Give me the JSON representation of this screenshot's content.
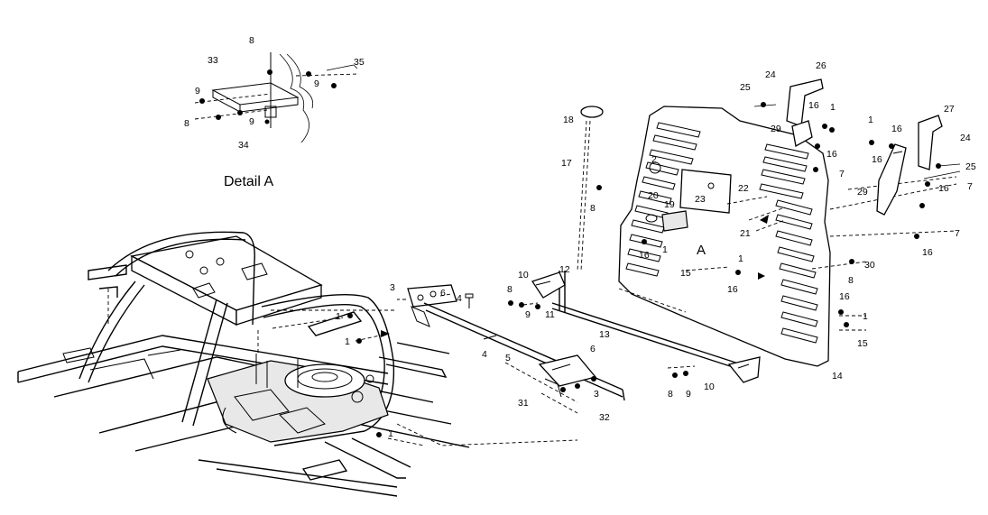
{
  "detail": {
    "title": "Detail A",
    "reference_letter": "A"
  },
  "callouts": [
    {
      "id": "c-detail-8",
      "label": "8"
    },
    {
      "id": "c-detail-33",
      "label": "33"
    },
    {
      "id": "c-detail-35",
      "label": "35"
    },
    {
      "id": "c-detail-9a",
      "label": "9"
    },
    {
      "id": "c-detail-9b",
      "label": "9"
    },
    {
      "id": "c-detail-8b",
      "label": "8"
    },
    {
      "id": "c-detail-9c",
      "label": "9"
    },
    {
      "id": "c-detail-34",
      "label": "34"
    },
    {
      "id": "c-18",
      "label": "18"
    },
    {
      "id": "c-17",
      "label": "17"
    },
    {
      "id": "c-8a",
      "label": "8"
    },
    {
      "id": "c-20",
      "label": "20"
    },
    {
      "id": "c-19",
      "label": "19"
    },
    {
      "id": "c-2",
      "label": "2"
    },
    {
      "id": "c-23",
      "label": "23"
    },
    {
      "id": "c-22",
      "label": "22"
    },
    {
      "id": "c-21",
      "label": "21"
    },
    {
      "id": "c-24a",
      "label": "24"
    },
    {
      "id": "c-26",
      "label": "26"
    },
    {
      "id": "c-25a",
      "label": "25"
    },
    {
      "id": "c-16a",
      "label": "16"
    },
    {
      "id": "c-1a",
      "label": "1"
    },
    {
      "id": "c-29a",
      "label": "29"
    },
    {
      "id": "c-16b",
      "label": "16"
    },
    {
      "id": "c-7a",
      "label": "7"
    },
    {
      "id": "c-1b",
      "label": "1"
    },
    {
      "id": "c-16c",
      "label": "16"
    },
    {
      "id": "c-16d",
      "label": "16"
    },
    {
      "id": "c-27",
      "label": "27"
    },
    {
      "id": "c-24b",
      "label": "24"
    },
    {
      "id": "c-25b",
      "label": "25"
    },
    {
      "id": "c-29b",
      "label": "29"
    },
    {
      "id": "c-16e",
      "label": "16"
    },
    {
      "id": "c-7b",
      "label": "7"
    },
    {
      "id": "c-7c",
      "label": "7"
    },
    {
      "id": "c-16f",
      "label": "16"
    },
    {
      "id": "c-16g",
      "label": "16"
    },
    {
      "id": "c-1c",
      "label": "1"
    },
    {
      "id": "c-1d",
      "label": "1"
    },
    {
      "id": "c-16h",
      "label": "16"
    },
    {
      "id": "c-30",
      "label": "30"
    },
    {
      "id": "c-8b",
      "label": "8"
    },
    {
      "id": "c-16i",
      "label": "16"
    },
    {
      "id": "c-1e",
      "label": "1"
    },
    {
      "id": "c-15a",
      "label": "15"
    },
    {
      "id": "c-15b",
      "label": "15"
    },
    {
      "id": "c-14",
      "label": "14"
    },
    {
      "id": "c-10a",
      "label": "10"
    },
    {
      "id": "c-12",
      "label": "12"
    },
    {
      "id": "c-8c",
      "label": "8"
    },
    {
      "id": "c-9a",
      "label": "9"
    },
    {
      "id": "c-11",
      "label": "11"
    },
    {
      "id": "c-13",
      "label": "13"
    },
    {
      "id": "c-3a",
      "label": "3"
    },
    {
      "id": "c-6a",
      "label": "6"
    },
    {
      "id": "c-4a",
      "label": "4"
    },
    {
      "id": "c-4b",
      "label": "4"
    },
    {
      "id": "c-5",
      "label": "5"
    },
    {
      "id": "c-6b",
      "label": "6"
    },
    {
      "id": "c-3b",
      "label": "3"
    },
    {
      "id": "c-31",
      "label": "31"
    },
    {
      "id": "c-32",
      "label": "32"
    },
    {
      "id": "c-8d",
      "label": "8"
    },
    {
      "id": "c-9b",
      "label": "9"
    },
    {
      "id": "c-10b",
      "label": "10"
    },
    {
      "id": "c-1f",
      "label": "1"
    },
    {
      "id": "c-1g",
      "label": "1"
    },
    {
      "id": "c-1h",
      "label": "1"
    }
  ]
}
